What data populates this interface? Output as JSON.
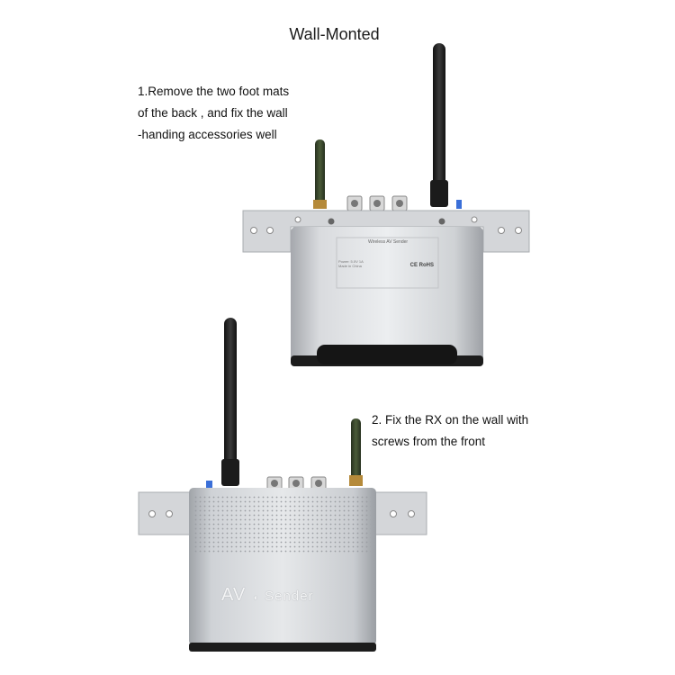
{
  "page": {
    "title": "Wall-Monted"
  },
  "steps": [
    {
      "text": "1.Remove the two foot mats\nof  the back , and fix the wall\n-handing accessories well"
    },
    {
      "text": "2. Fix the RX on the wall with\nscrews from the front"
    }
  ],
  "back_device": {
    "label_title": "Wireless AV Sender",
    "label_line1": "Power: 5.0V 1A",
    "label_line2": "Made in China",
    "label_marks": "CE RoHS"
  },
  "front_device": {
    "brand_av": "AV",
    "brand_sender": "Sender"
  },
  "colors": {
    "body": "#b9bcc0",
    "bracket": "#d7d9dc",
    "antenna": "#2a2a2a",
    "accent": "#3a6fd8"
  }
}
